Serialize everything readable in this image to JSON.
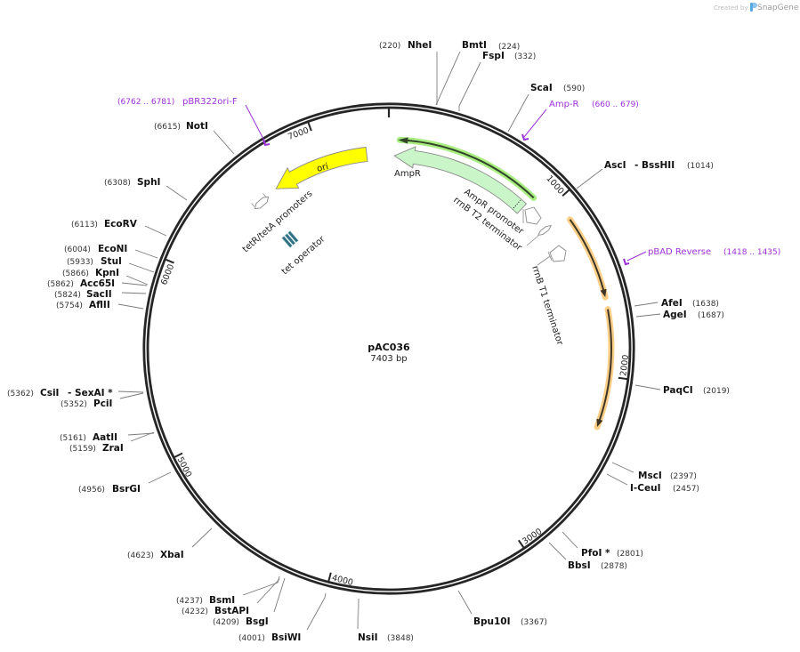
{
  "watermark": {
    "created_by": "Created by",
    "brand": "SnapGene"
  },
  "map": {
    "name": "pAC036",
    "length": "7403 bp"
  },
  "ring": {
    "ticks": [
      "1000",
      "2000",
      "3000",
      "4000",
      "5000",
      "6000",
      "7000"
    ]
  },
  "enzymes": [
    {
      "name": "NheI",
      "pos": "(220)"
    },
    {
      "name": "BmtI",
      "pos": "(224)"
    },
    {
      "name": "FspI",
      "pos": "(332)"
    },
    {
      "name": "ScaI",
      "pos": "(590)"
    },
    {
      "name": "AscI",
      "name2": "- BssHII",
      "pos": "(1014)"
    },
    {
      "name": "AfeI",
      "pos": "(1638)"
    },
    {
      "name": "AgeI",
      "pos": "(1687)"
    },
    {
      "name": "PaqCI",
      "pos": "(2019)"
    },
    {
      "name": "MscI",
      "pos": "(2397)"
    },
    {
      "name": "I-CeuI",
      "pos": "(2457)"
    },
    {
      "name": "PfoI *",
      "pos": "(2801)"
    },
    {
      "name": "BbsI",
      "pos": "(2878)"
    },
    {
      "name": "Bpu10I",
      "pos": "(3367)"
    },
    {
      "name": "NsiI",
      "pos": "(3848)"
    },
    {
      "name": "BsiWI",
      "pos": "(4001)"
    },
    {
      "name": "BsgI",
      "pos": "(4209)"
    },
    {
      "name": "BstAPI",
      "pos": "(4232)"
    },
    {
      "name": "BsmI",
      "pos": "(4237)"
    },
    {
      "name": "XbaI",
      "pos": "(4623)"
    },
    {
      "name": "BsrGI",
      "pos": "(4956)"
    },
    {
      "name": "AatII",
      "pos": "(5161)"
    },
    {
      "name": "ZraI",
      "pos": "(5159)"
    },
    {
      "name": "CsiI",
      "name2": "- SexAI *",
      "pos": "(5362)"
    },
    {
      "name": "PciI",
      "pos": "(5352)"
    },
    {
      "name": "AflII",
      "pos": "(5754)"
    },
    {
      "name": "SacII",
      "pos": "(5824)"
    },
    {
      "name": "Acc65I",
      "pos": "(5862)"
    },
    {
      "name": "KpnI",
      "pos": "(5866)"
    },
    {
      "name": "StuI",
      "pos": "(5933)"
    },
    {
      "name": "EcoNI",
      "pos": "(6004)"
    },
    {
      "name": "EcoRV",
      "pos": "(6113)"
    },
    {
      "name": "SphI",
      "pos": "(6308)"
    },
    {
      "name": "NotI",
      "pos": "(6615)"
    }
  ],
  "primers": [
    {
      "name": "Amp-R",
      "range": "(660 .. 679)"
    },
    {
      "name": "pBAD Reverse",
      "range": "(1418 .. 1435)"
    },
    {
      "name": "pBR322ori-F",
      "range": "(6762 .. 6781)"
    }
  ],
  "features": {
    "ampr": "AmpR",
    "ampr_promoter": "AmpR promoter",
    "rrnb_t2": "rrnB T2 terminator",
    "rrnb_t1": "rrnB T1 terminator",
    "ori": "ori",
    "tet_promoters": "tetR/tetA promoters",
    "tet_operator": "tet operator"
  },
  "colors": {
    "primer": "#9b30d9",
    "ampr_fill": "#c9f5c9",
    "ori_fill": "#ffff00",
    "orf_green_glow": "#a8ee80",
    "orf_orange_glow": "#fbcf87",
    "tet_operator": "#2f6f80",
    "ring": "#262626",
    "brand_blue": "#5aa7e0"
  }
}
